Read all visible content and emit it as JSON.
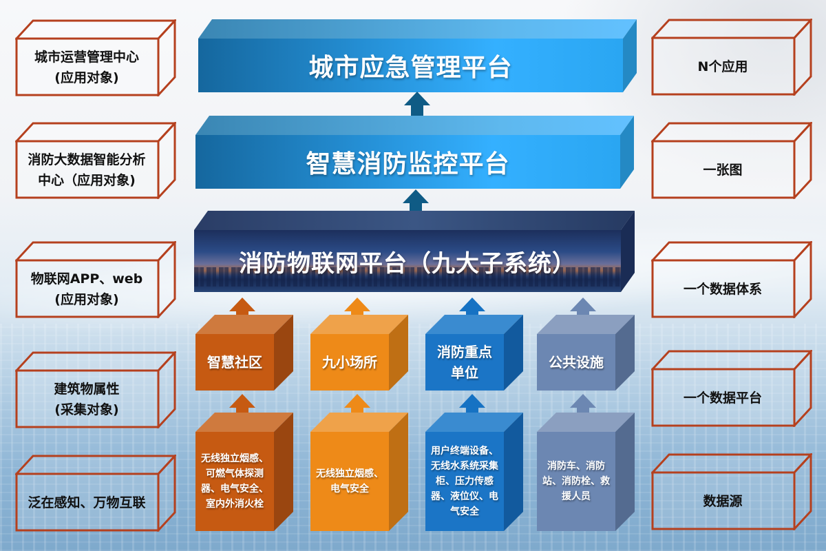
{
  "left_column": [
    {
      "label_lines": [
        "城市运营管理中心",
        "(应用对象)"
      ]
    },
    {
      "label_lines": [
        "消防大数据智能分析",
        "中心（应用对象)"
      ]
    },
    {
      "label_lines": [
        "物联网APP、web",
        "(应用对象)"
      ]
    },
    {
      "label_lines": [
        "建筑物属性",
        "(采集对象)"
      ]
    },
    {
      "label_lines": [
        "泛在感知、万物互联"
      ]
    }
  ],
  "right_column": [
    {
      "label": "N个应用"
    },
    {
      "label": "一张图"
    },
    {
      "label": "一个数据体系"
    },
    {
      "label": "一个数据平台"
    },
    {
      "label": "数据源"
    }
  ],
  "platforms": {
    "top": {
      "label": "城市应急管理平台"
    },
    "middle": {
      "label": "智慧消防监控平台"
    },
    "iot": {
      "label": "消防物联网平台（九大子系统）"
    }
  },
  "categories": [
    {
      "label": "智慧社区",
      "color": "#c65a12"
    },
    {
      "label": "九小场所",
      "color": "#ee8a18"
    },
    {
      "label": "消防重点单位",
      "color": "#1b75c6"
    },
    {
      "label": "公共设施",
      "color": "#6c87b2"
    }
  ],
  "sources": [
    {
      "label": "无线独立烟感、可燃气体探测器、电气安全、室内外消火栓",
      "color": "#c65a12"
    },
    {
      "label": "无线独立烟感、电气安全",
      "color": "#ee8a18"
    },
    {
      "label": "用户终端设备、无线水系统采集柜、压力传感器、液位仪、电气安全",
      "color": "#1b75c6"
    },
    {
      "label": "消防车、消防站、消防栓、救援人员",
      "color": "#6c87b2"
    }
  ]
}
